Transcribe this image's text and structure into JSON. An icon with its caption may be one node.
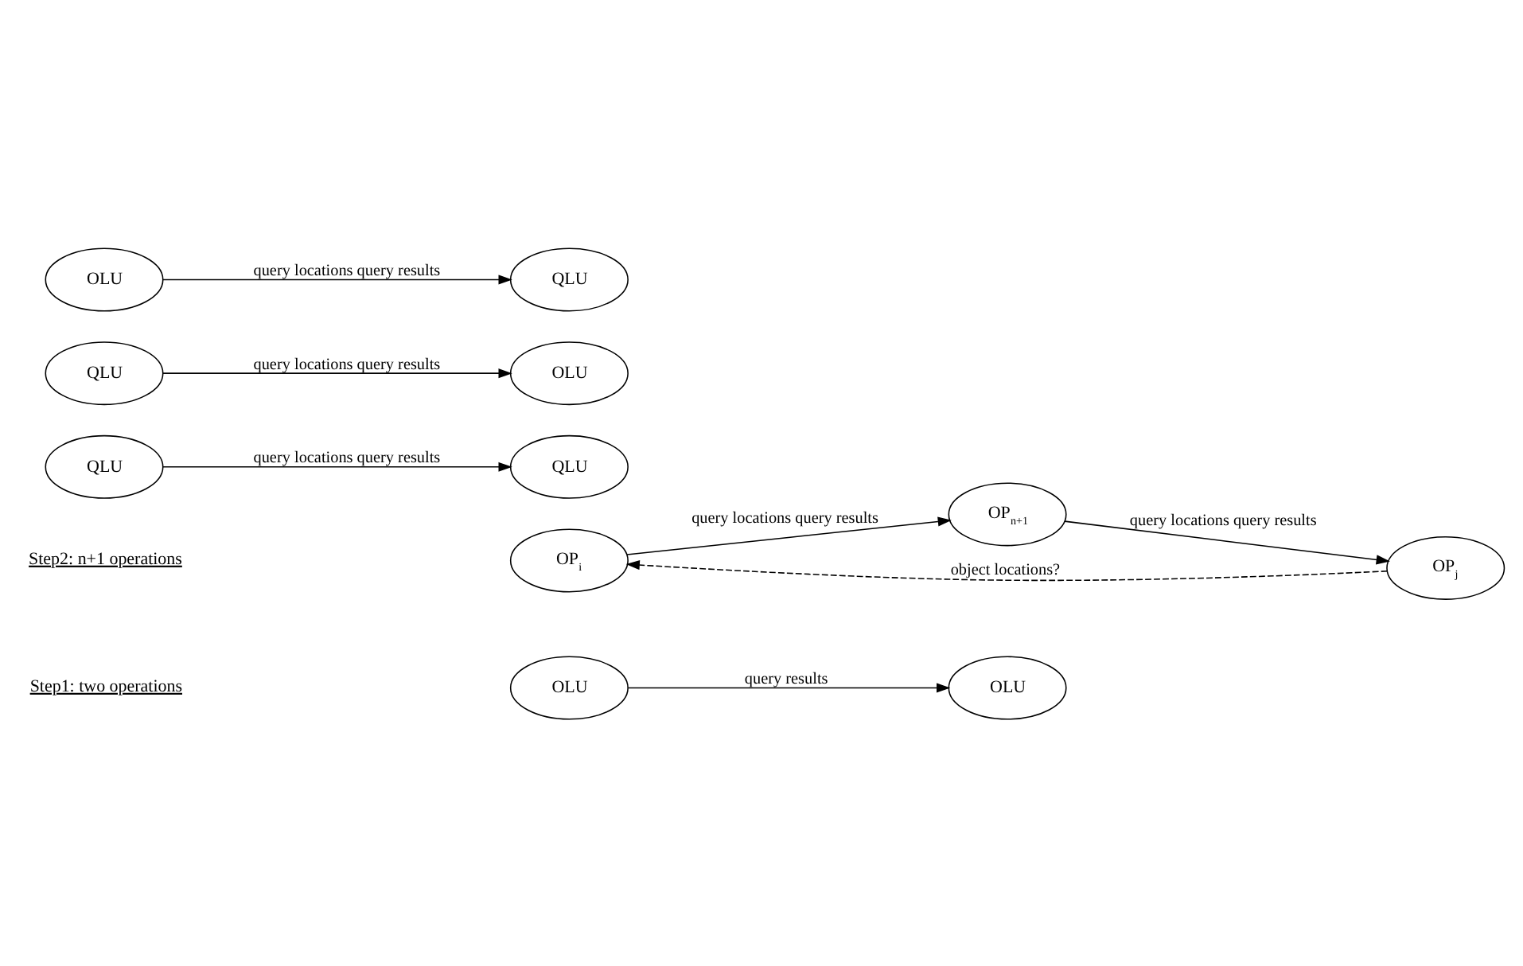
{
  "diagram": {
    "nodes": [
      {
        "text": [
          "OLU"
        ]
      },
      {
        "text": [
          "OLU"
        ]
      },
      {
        "text": [
          "QLU"
        ]
      },
      {
        "text": [
          "QLU"
        ]
      },
      {
        "text": [
          "QLU"
        ]
      },
      {
        "text": [
          "OLU"
        ]
      },
      {
        "text": [
          "OLU"
        ]
      },
      {
        "text": [
          "QLU"
        ]
      },
      {
        "text": [
          "OP$_{i}$"
        ]
      },
      {
        "text": [
          "OP$_{j}$"
        ]
      },
      {
        "text": [
          "OP$_{n+1}$"
        ]
      }
    ],
    "edges": [
      {
        "from": 0,
        "to": 1,
        "arrow": "to",
        "label": "query results"
      },
      {
        "from": 2,
        "to": 3,
        "arrow": "to",
        "label": "query locations query results"
      },
      {
        "from": 4,
        "to": 5,
        "arrow": "to",
        "label": "query locations query results"
      },
      {
        "from": 6,
        "to": 7,
        "arrow": "to",
        "label": "query locations query results"
      },
      {
        "from": 9,
        "to": 8,
        "arrow": "to",
        "label": "object locations?",
        "style": "dashed"
      },
      {
        "from": 8,
        "to": 10,
        "arrow": "to",
        "label": "query locations query results"
      },
      {
        "from": 10,
        "to": 9,
        "arrow": "to",
        "label": "query locations query results"
      }
    ],
    "labels": [
      "Step1: two operations",
      "Step2: n+1 operations"
    ]
  }
}
